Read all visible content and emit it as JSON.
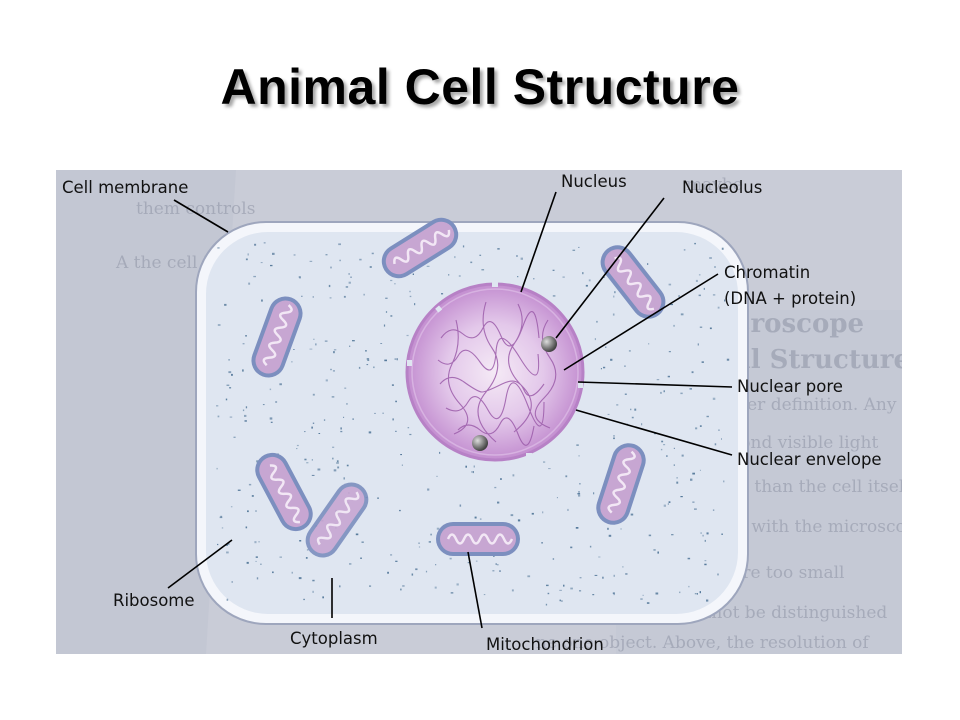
{
  "title": "Animal Cell Structure",
  "labels": {
    "cell_membrane": "Cell membrane",
    "nucleus": "Nucleus",
    "nucleolus": "Nucleolus",
    "chromatin_line1": "Chromatin",
    "chromatin_line2": "(DNA + protein)",
    "nuclear_pore": "Nuclear pore",
    "nuclear_envelope": "Nuclear envelope",
    "ribosome": "Ribosome",
    "cytoplasm": "Cytoplasm",
    "mitochondrion": "Mitochondrion"
  },
  "colors": {
    "page_background": "#c9ccd7",
    "cytoplasm": "#dfe6f1",
    "cell_membrane": "#f4f6fb",
    "nucleus": "#c59ad2",
    "nucleolus": "#666666",
    "mitochondrion": "#c7a6d2",
    "ribosome_dots": "#4f7496",
    "leader_lines": "#000000"
  }
}
